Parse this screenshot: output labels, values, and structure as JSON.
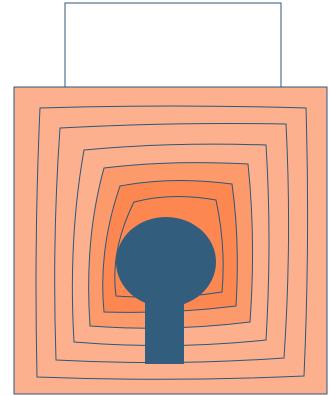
{
  "colors": {
    "background": "#ffffff",
    "stroke": "#2c5778",
    "outer_fill": "#fdb08e",
    "mid_fill": "#fd9a6c",
    "inner_fill": "#fc8750",
    "core_fill": "#335d7d"
  },
  "top_box": {
    "fill": "#ffffff"
  },
  "shapes": {
    "outer_square": "rounded-square",
    "contour_count": 6,
    "center_shape": "keyhole"
  }
}
